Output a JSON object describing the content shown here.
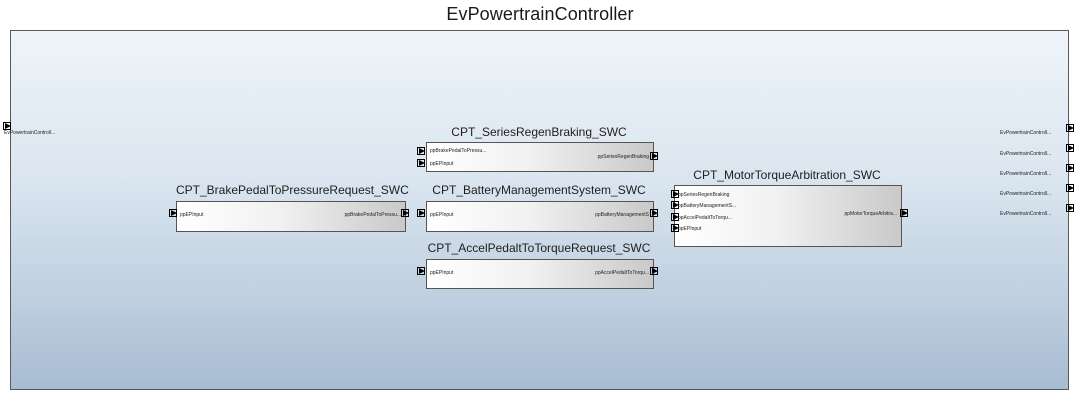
{
  "diagram": {
    "title": "EvPowertrainController",
    "external_in": {
      "label": "EvPowertrainControll..."
    },
    "external_out": [
      "EvPowertrainControll...",
      "EvPowertrainControll...",
      "EvPowertrainControll...",
      "EvPowertrainControll...",
      "EvPowertrainControll..."
    ],
    "components": {
      "brake": {
        "name": "CPT_BrakePedalToPressureRequest_SWC",
        "in_ports": [
          "ppEPInput"
        ],
        "out_ports": [
          "ppBrakePedalToPressu..."
        ]
      },
      "regen": {
        "name": "CPT_SeriesRegenBraking_SWC",
        "in_ports": [
          "ppBrakePedalToPressu...",
          "ppEPInput"
        ],
        "out_ports": [
          "ppSeriesRegenBraking"
        ]
      },
      "battery": {
        "name": "CPT_BatteryManagementSystem_SWC",
        "in_ports": [
          "ppEPInput"
        ],
        "out_ports": [
          "ppBatteryManagementS"
        ]
      },
      "accel": {
        "name": "CPT_AccelPedaltToTorqueRequest_SWC",
        "in_ports": [
          "ppEPInput"
        ],
        "out_ports": [
          "ppAccelPedaltToTorqu..."
        ]
      },
      "motor": {
        "name": "CPT_MotorTorqueArbitration_SWC",
        "in_ports": [
          "ppSeriesRegenBraking",
          "ppBatteryManagementS...",
          "ppAccelPedaltToTorqu...",
          "ppEPInput"
        ],
        "out_ports": [
          "ppMotorTorqueArbitra..."
        ]
      }
    }
  }
}
